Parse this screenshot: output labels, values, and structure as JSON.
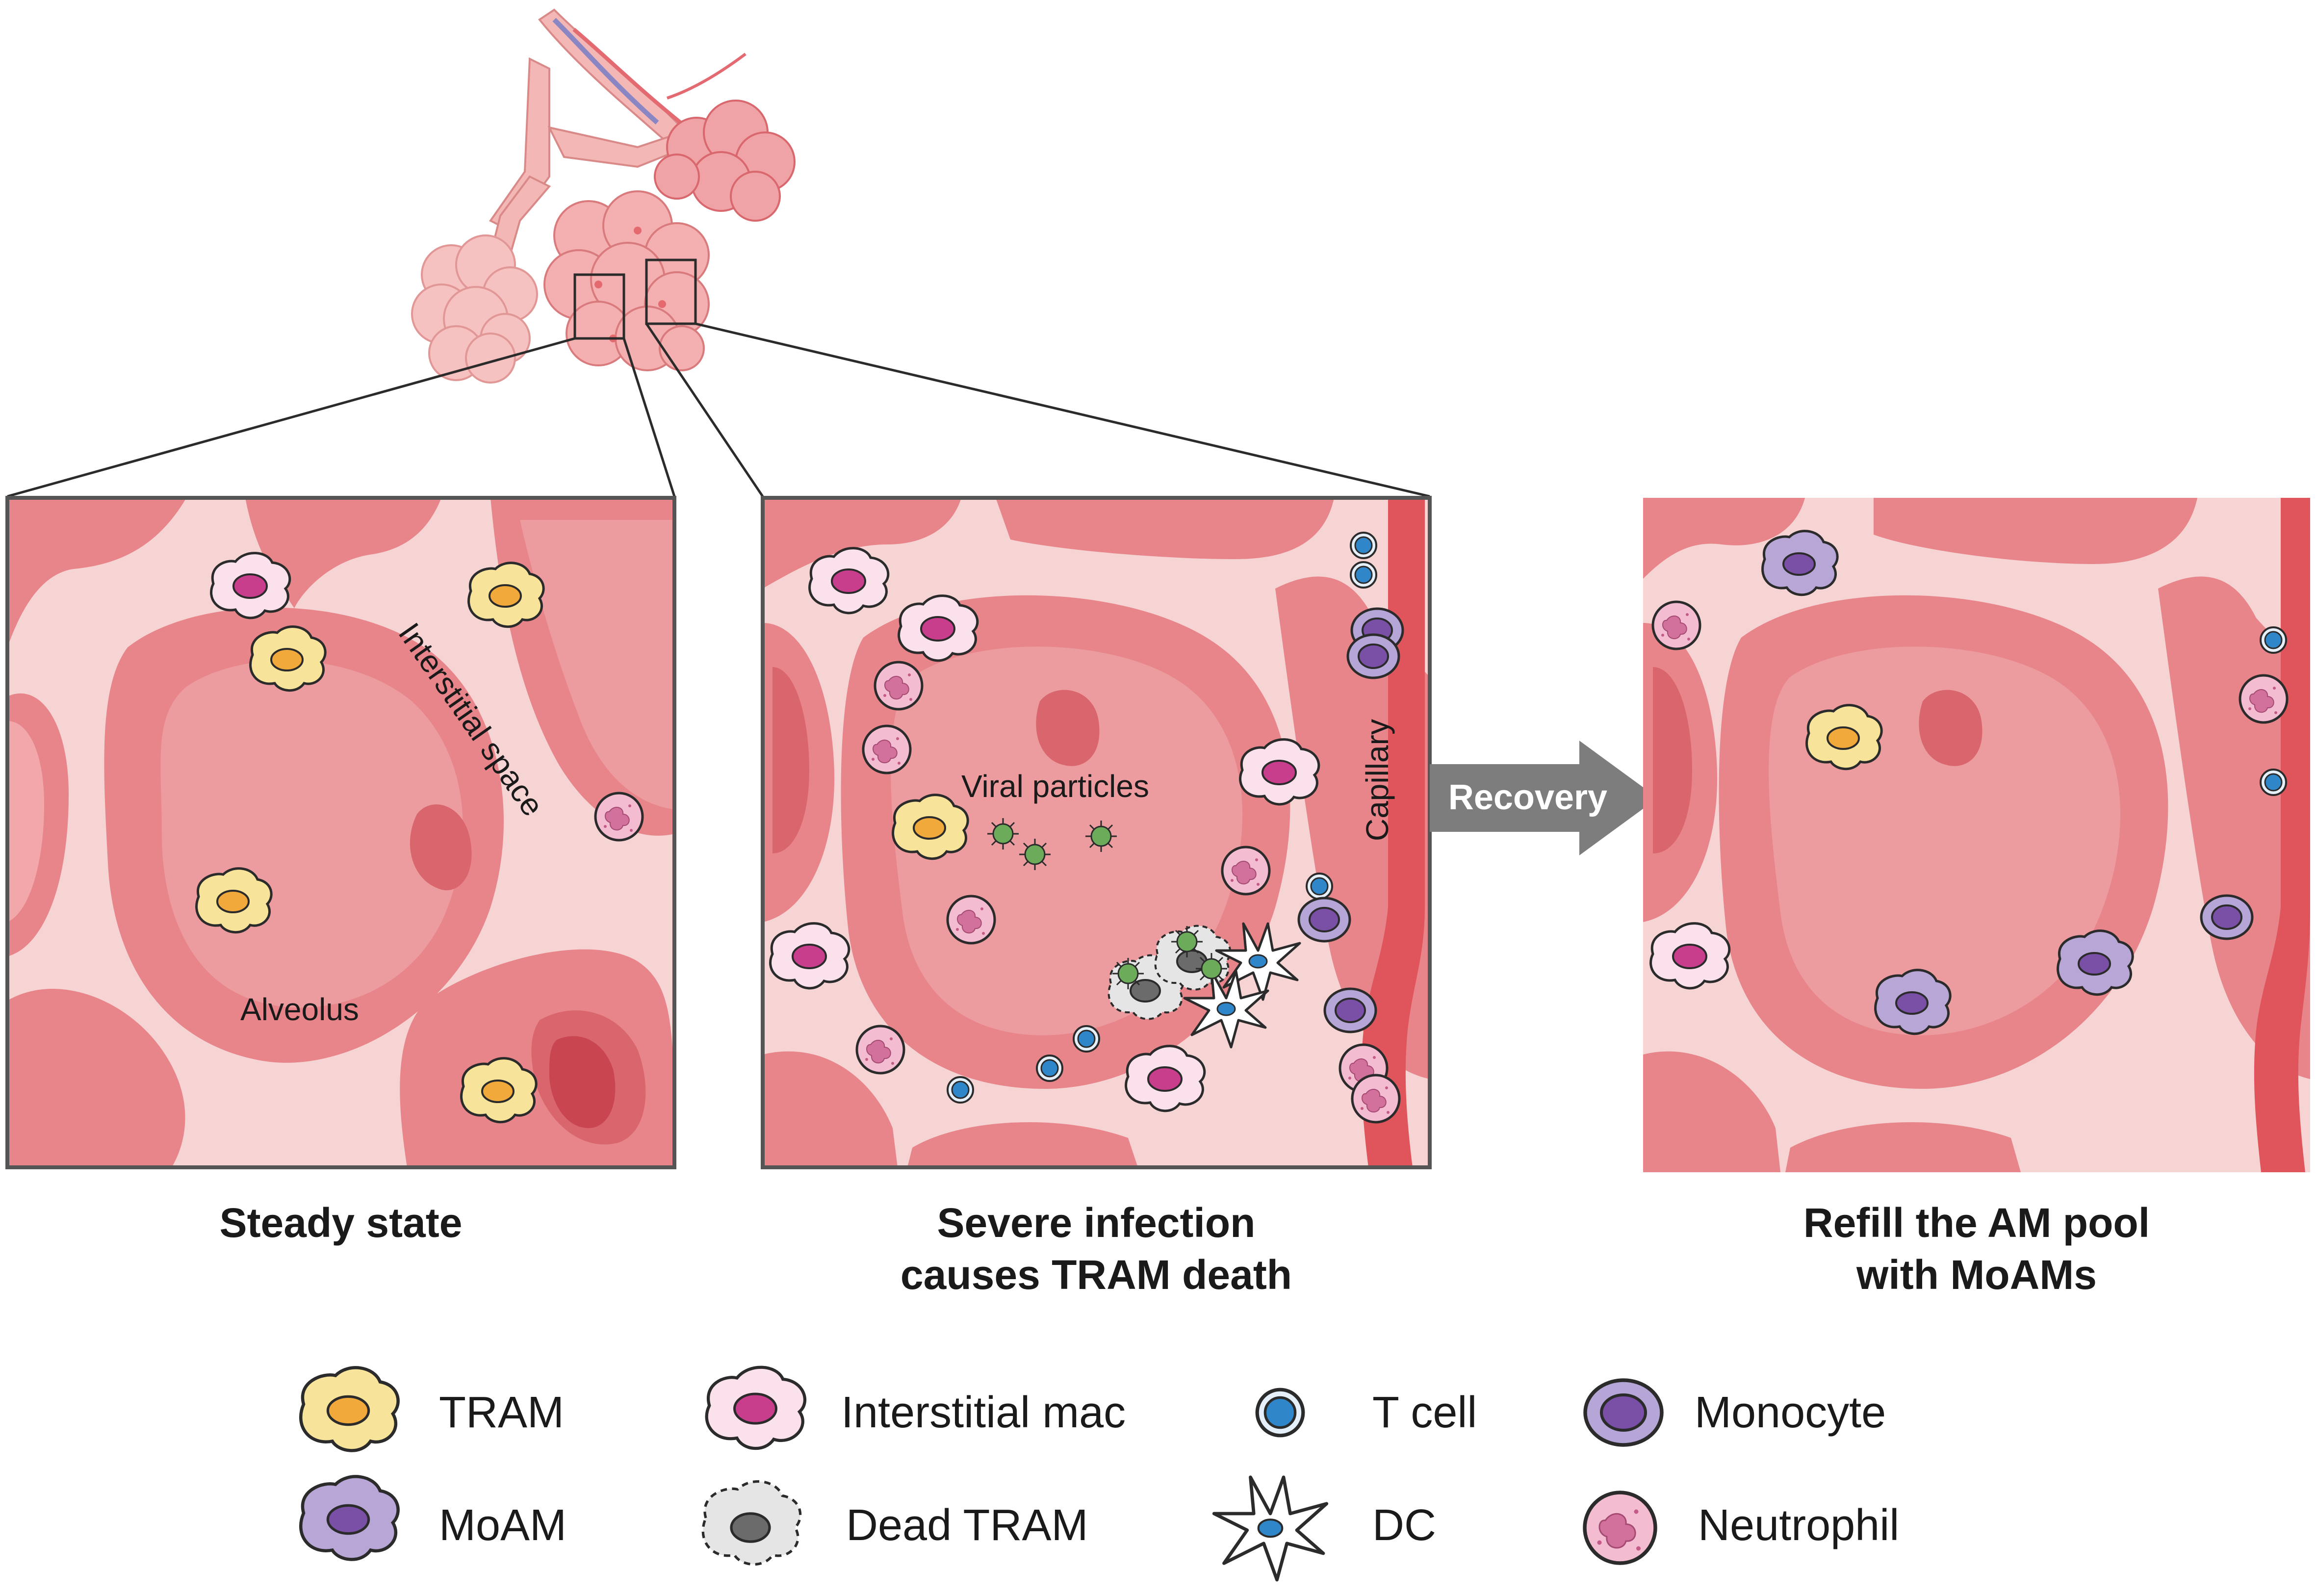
{
  "panels": {
    "steady": {
      "caption": "Steady state",
      "labels": {
        "interstitial": "Interstitial space",
        "alveolus": "Alveolus"
      }
    },
    "infection": {
      "caption_line1": "Severe infection",
      "caption_line2": "causes TRAM death",
      "labels": {
        "viral": "Viral particles",
        "capillary": "Capillary"
      }
    },
    "recovery": {
      "caption_line1": "Refill the AM pool",
      "caption_line2": "with MoAMs"
    }
  },
  "arrow_label": "Recovery",
  "legend": [
    {
      "label": "TRAM",
      "icon": "tram-cell-icon"
    },
    {
      "label": "MoAM",
      "icon": "moam-cell-icon"
    },
    {
      "label": "Interstitial mac",
      "icon": "interstitial-mac-icon"
    },
    {
      "label": "Dead TRAM",
      "icon": "dead-tram-icon"
    },
    {
      "label": "T cell",
      "icon": "t-cell-icon"
    },
    {
      "label": "DC",
      "icon": "dendritic-cell-icon"
    },
    {
      "label": "Monocyte",
      "icon": "monocyte-icon"
    },
    {
      "label": "Neutrophil",
      "icon": "neutrophil-icon"
    }
  ],
  "colors": {
    "tissue": "#e8858a",
    "tissue_dark": "#d9666d",
    "interstitium": "#f6d4d4",
    "capillary": "#e0555b",
    "tram": "#f7e39a",
    "tram_nucleus": "#f0a93a",
    "moam": "#b7a6d6",
    "moam_nucleus": "#7a4fa6",
    "interstitial_mac": "#fbe1ec",
    "interstitial_mac_nucleus": "#c83e8c",
    "t_cell": "#2f86c8",
    "monocyte": "#b6a6d8",
    "neutrophil": "#f3bcd1",
    "virus": "#6cab5a",
    "arrow": "#7d7d7d"
  }
}
